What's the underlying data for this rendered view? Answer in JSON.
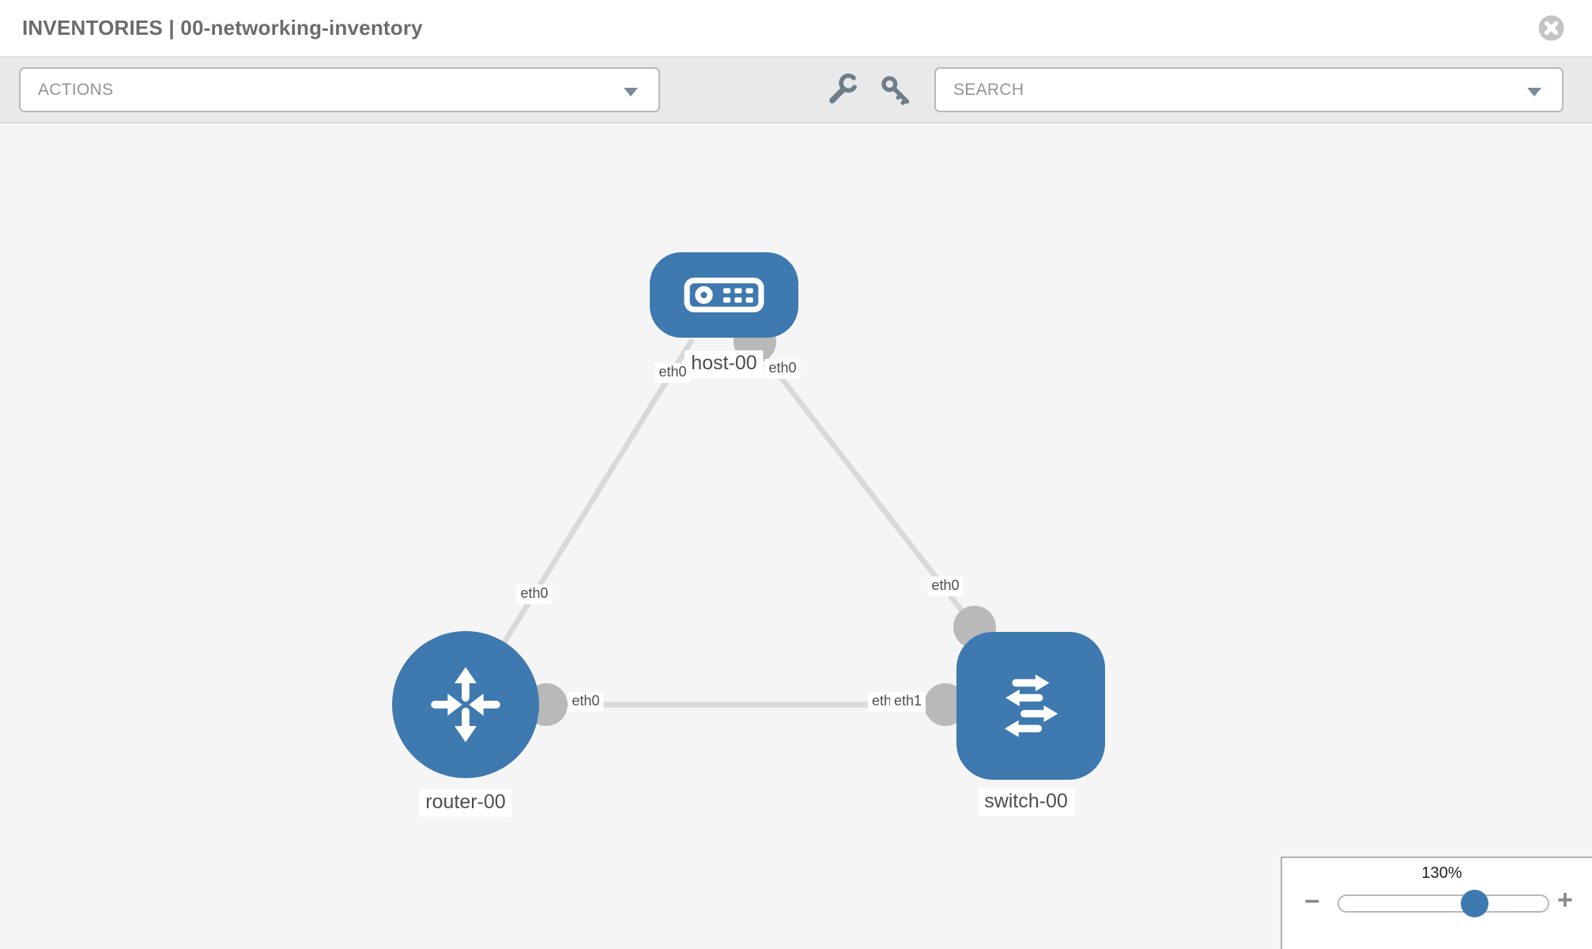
{
  "header": {
    "title": "INVENTORIES | 00-networking-inventory"
  },
  "toolbar": {
    "actions": {
      "label": "ACTIONS"
    },
    "search": {
      "placeholder": "SEARCH"
    },
    "icons": {
      "wrench": "wrench-icon",
      "key": "key-icon",
      "caret": "caret-down-icon"
    }
  },
  "topology": {
    "nodes": [
      {
        "id": "host-00",
        "type": "host",
        "label": "host-00"
      },
      {
        "id": "router-00",
        "type": "router",
        "label": "router-00"
      },
      {
        "id": "switch-00",
        "type": "switch",
        "label": "switch-00"
      }
    ],
    "links": [
      {
        "from": "host-00",
        "to": "router-00",
        "from_interface": "eth0",
        "to_interface": "eth0"
      },
      {
        "from": "host-00",
        "to": "switch-00",
        "from_interface": "eth0",
        "to_interface": "eth0"
      },
      {
        "from": "router-00",
        "to": "switch-00",
        "from_interface": "eth0",
        "to_interface_back": "eth0",
        "to_interface_front": "eth1"
      }
    ]
  },
  "zoom_control": {
    "level": "130%",
    "minus_glyph": "−",
    "plus_glyph": "+"
  },
  "colors": {
    "node_blue": "#3e79b0",
    "link_gray": "#d9d9d9",
    "port_gray": "#b9b9b9",
    "chip_bg": "#ffffff",
    "chip_text": "#4e4e4e",
    "toolbar_bg": "#e9e9e9",
    "canvas_bg": "#f5f5f6",
    "control_border": "#b9b9b9",
    "muted_text": "#8f959b",
    "icon_gray": "#6d7d8a",
    "title_text": "#6b6b6b",
    "slider_thumb": "#3e79b0"
  }
}
